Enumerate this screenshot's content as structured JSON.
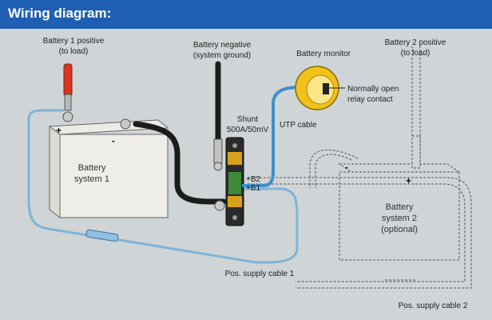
{
  "header": {
    "title": "Wiring diagram:"
  },
  "labels": {
    "battery1_positive_l1": "Battery 1 positive",
    "battery1_positive_l2": "(to load)",
    "battery_negative_l1": "Battery negative",
    "battery_negative_l2": "(system ground)",
    "battery_monitor": "Battery monitor",
    "relay_l1": "Normally open",
    "relay_l2": "relay contact",
    "battery2_positive_l1": "Battery 2 positive",
    "battery2_positive_l2": "(to load)",
    "shunt_l1": "Shunt",
    "shunt_l2": "500A/50mV",
    "utp_cable": "UTP cable",
    "b2": "+B2",
    "b1": "+B1",
    "pos_supply_1": "Pos. supply cable 1",
    "pos_supply_2": "Pos. supply cable 2"
  },
  "battery1": {
    "label_l1": "Battery",
    "label_l2": "system 1",
    "plus": "+",
    "minus": "-"
  },
  "battery2": {
    "label_l1": "Battery",
    "label_l2": "system 2",
    "label_l3": "(optional)",
    "plus": "+",
    "minus": "-"
  },
  "colors": {
    "header": "#1f5fb3",
    "background": "#cfd4d6",
    "positive_cable": "#d9361f",
    "negative_cable": "#1c1c1c",
    "utp_cable": "#3f8fc9",
    "supply_cable": "#7fb3d8",
    "monitor_face": "#f2c21a"
  }
}
